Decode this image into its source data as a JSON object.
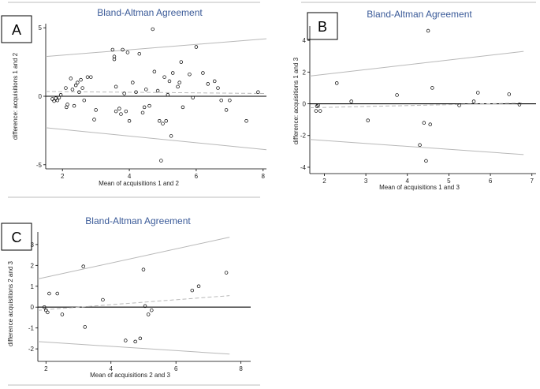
{
  "chart_data": [
    {
      "type": "scatter",
      "panel_label": "A",
      "title": "Bland-Altman Agreement",
      "xlabel": "Mean of acquisitions 1 and 2",
      "ylabel": "difference: acquisitions 1 and 2",
      "xlim": [
        1.5,
        8.1
      ],
      "ylim": [
        -5.3,
        5.3
      ],
      "xticks": [
        2,
        4,
        6,
        8
      ],
      "yticks": [
        -5,
        0,
        5
      ],
      "upper_loa": {
        "x": [
          1.5,
          8.1
        ],
        "y": [
          2.9,
          4.2
        ]
      },
      "lower_loa": {
        "x": [
          1.5,
          8.1
        ],
        "y": [
          -2.3,
          -3.9
        ]
      },
      "mean_line": {
        "x": [
          1.5,
          8.1
        ],
        "y": [
          0.35,
          0.2
        ]
      },
      "points": [
        [
          1.7,
          -0.2
        ],
        [
          1.75,
          -0.35
        ],
        [
          1.8,
          -0.15
        ],
        [
          1.85,
          -0.3
        ],
        [
          1.9,
          -0.1
        ],
        [
          1.95,
          0.1
        ],
        [
          2.1,
          0.6
        ],
        [
          2.12,
          -0.8
        ],
        [
          2.15,
          -0.6
        ],
        [
          2.25,
          1.3
        ],
        [
          2.3,
          0.5
        ],
        [
          2.35,
          -0.7
        ],
        [
          2.4,
          0.8
        ],
        [
          2.45,
          1.0
        ],
        [
          2.5,
          0.3
        ],
        [
          2.55,
          1.2
        ],
        [
          2.6,
          0.6
        ],
        [
          2.65,
          -0.3
        ],
        [
          2.75,
          1.4
        ],
        [
          2.85,
          1.4
        ],
        [
          2.95,
          -1.7
        ],
        [
          3.0,
          -1.0
        ],
        [
          3.5,
          3.4
        ],
        [
          3.55,
          2.7
        ],
        [
          3.55,
          2.9
        ],
        [
          3.6,
          -1.1
        ],
        [
          3.6,
          0.7
        ],
        [
          3.7,
          -0.9
        ],
        [
          3.75,
          -1.3
        ],
        [
          3.8,
          3.4
        ],
        [
          3.85,
          0.2
        ],
        [
          3.9,
          -1.1
        ],
        [
          3.95,
          3.2
        ],
        [
          4.0,
          -1.8
        ],
        [
          4.1,
          1.0
        ],
        [
          4.2,
          0.3
        ],
        [
          4.3,
          3.1
        ],
        [
          4.4,
          -1.2
        ],
        [
          4.45,
          -0.8
        ],
        [
          4.5,
          0.5
        ],
        [
          4.6,
          -0.7
        ],
        [
          4.7,
          4.9
        ],
        [
          4.75,
          1.8
        ],
        [
          4.85,
          0.4
        ],
        [
          4.9,
          -1.8
        ],
        [
          4.95,
          -4.7
        ],
        [
          5.0,
          -2.0
        ],
        [
          5.05,
          1.4
        ],
        [
          5.1,
          -1.8
        ],
        [
          5.15,
          0.1
        ],
        [
          5.2,
          1.1
        ],
        [
          5.25,
          -2.9
        ],
        [
          5.3,
          1.7
        ],
        [
          5.45,
          0.7
        ],
        [
          5.5,
          1.0
        ],
        [
          5.55,
          2.5
        ],
        [
          5.6,
          -0.8
        ],
        [
          5.8,
          1.6
        ],
        [
          5.9,
          -0.1
        ],
        [
          6.0,
          3.6
        ],
        [
          6.2,
          1.7
        ],
        [
          6.35,
          0.9
        ],
        [
          6.55,
          1.1
        ],
        [
          6.65,
          0.6
        ],
        [
          6.75,
          -0.3
        ],
        [
          6.9,
          -1.0
        ],
        [
          7.0,
          -0.3
        ],
        [
          7.5,
          -1.8
        ],
        [
          7.85,
          0.3
        ]
      ]
    },
    {
      "type": "scatter",
      "panel_label": "B",
      "title": "Bland-Altman Agreement",
      "xlabel": "Mean of acquisitions 1 and 3",
      "ylabel": "difference: acquisitions 1 and 3",
      "xlim": [
        1.65,
        7.1
      ],
      "ylim": [
        -4.4,
        4.9
      ],
      "xticks": [
        2,
        3,
        4,
        5,
        6,
        7
      ],
      "yticks": [
        -4,
        -2,
        0,
        2,
        4
      ],
      "upper_loa": {
        "x": [
          1.65,
          6.8
        ],
        "y": [
          1.75,
          3.3
        ]
      },
      "lower_loa": {
        "x": [
          1.65,
          6.8
        ],
        "y": [
          -2.25,
          -3.2
        ]
      },
      "mean_line": {
        "x": [
          1.65,
          6.8
        ],
        "y": [
          -0.25,
          0.05
        ]
      },
      "points": [
        [
          1.8,
          -0.45
        ],
        [
          1.82,
          -0.15
        ],
        [
          1.85,
          -0.1
        ],
        [
          1.9,
          -0.45
        ],
        [
          2.3,
          1.3
        ],
        [
          2.65,
          0.15
        ],
        [
          3.05,
          -1.05
        ],
        [
          3.75,
          0.55
        ],
        [
          4.3,
          -2.6
        ],
        [
          4.4,
          -1.2
        ],
        [
          4.45,
          -3.6
        ],
        [
          4.5,
          4.6
        ],
        [
          4.55,
          -1.3
        ],
        [
          4.6,
          1.0
        ],
        [
          5.25,
          -0.1
        ],
        [
          5.6,
          0.15
        ],
        [
          5.7,
          0.7
        ],
        [
          6.45,
          0.6
        ],
        [
          6.7,
          -0.05
        ]
      ]
    },
    {
      "type": "scatter",
      "panel_label": "C",
      "title": "Bland-Altman Agreement",
      "xlabel": "Mean of  acquisitions 2 and 3",
      "ylabel": "difference acquisitions 2 and 3",
      "xlim": [
        1.75,
        8.3
      ],
      "ylim": [
        -2.6,
        3.6
      ],
      "xticks": [
        2,
        4,
        6,
        8
      ],
      "yticks": [
        -2,
        -1,
        0,
        1,
        2,
        3
      ],
      "upper_loa": {
        "x": [
          1.75,
          7.65
        ],
        "y": [
          1.35,
          3.35
        ]
      },
      "lower_loa": {
        "x": [
          1.75,
          7.65
        ],
        "y": [
          -1.65,
          -2.25
        ]
      },
      "mean_line": {
        "x": [
          1.75,
          7.65
        ],
        "y": [
          -0.15,
          0.55
        ]
      },
      "points": [
        [
          1.95,
          0.0
        ],
        [
          2.0,
          -0.15
        ],
        [
          2.05,
          -0.25
        ],
        [
          2.1,
          0.65
        ],
        [
          2.35,
          0.65
        ],
        [
          2.5,
          -0.35
        ],
        [
          3.15,
          1.95
        ],
        [
          3.2,
          -0.95
        ],
        [
          3.75,
          0.35
        ],
        [
          4.45,
          -1.6
        ],
        [
          4.75,
          -1.65
        ],
        [
          4.9,
          -1.5
        ],
        [
          5.0,
          1.8
        ],
        [
          5.05,
          0.05
        ],
        [
          5.15,
          -0.35
        ],
        [
          5.25,
          -0.15
        ],
        [
          6.5,
          0.8
        ],
        [
          6.7,
          1.0
        ],
        [
          7.55,
          1.65
        ]
      ]
    }
  ]
}
